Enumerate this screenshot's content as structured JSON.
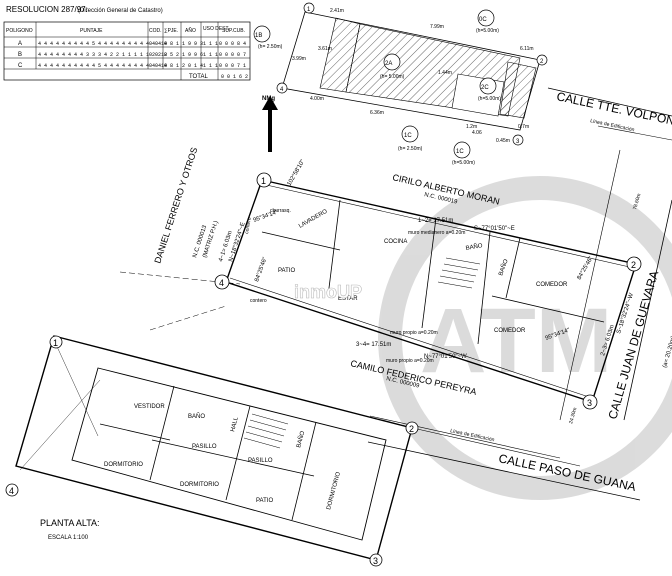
{
  "resolution": {
    "title": "RESOLUCION 287/97:",
    "subtitle": "(Dirección General de Catastro)",
    "headers": [
      "POLIGONO",
      "PUNTAJE",
      "COD.",
      "∑PJE.",
      "AÑO",
      "USO DEST.",
      "SUP.CUB."
    ],
    "rows": [
      {
        "poly": "A",
        "puntaje": "4 4 4 4 4 4 4 4 4 5 4 4 4 4 4 4 4 4 4 4 4 4",
        "cod": "0 0 1",
        "pje": "0 8 1",
        "anio": "1 9 9 3",
        "uso": "1 1 1",
        "sup": "0 0 0 8 4"
      },
      {
        "poly": "B",
        "puntaje": "4 4 4 4 4 4 4 4 3 3 3 4 2 2 1 1 1 1 1 2 2 2",
        "cod": "0 0 1",
        "pje": "0 5 2",
        "anio": "1 9 9 6",
        "uso": "1 1 1",
        "sup": "0 0 0 0 7"
      },
      {
        "poly": "C",
        "puntaje": "4 4 4 4 4 4 4 4 4 4 5 4 4 4 4 4 4 4 4 4 4 4",
        "cod": "0 0 1",
        "pje": "0 8 1",
        "anio": "2 0 1 4",
        "uso": "1 1 1",
        "sup": "0 0 0 7 1"
      }
    ],
    "total_label": "TOTAL",
    "total_value": "0 0 1 6 2"
  },
  "north_label": "NMg",
  "watermark": {
    "logo_text": "ATM",
    "brand": "inmoUP"
  },
  "streets": {
    "volponi": "CALLE TTE. VOLPONI",
    "guevara": "CALLE JUAN DE GUEVARA",
    "guevara_width": "(a= 20.20m)",
    "paso": "CALLE PASO DE GUANA"
  },
  "neighbors": {
    "north_name": "CIRILO ALBERTO MORAN",
    "north_nc": "N.C. 000019",
    "south_name": "CAMILO FEDERICO PEREYRA",
    "south_nc": "N.C. 000009",
    "west_name": "DANIEL FERRERO Y OTROS",
    "west_nc": "N.C. 000013",
    "west_matrix": "(MATRIZ P.H.)"
  },
  "dimensions": {
    "side_12": "1~2= 17.51m",
    "bearing_12": "S~77°01'50\"~E",
    "wall_12": "muro medianero a=0.20m",
    "side_34": "3~4= 17.51m",
    "bearing_34": "N~77°01'50\"~W",
    "wall_34a": "muro propio a=0.20m",
    "wall_34b": "muro propio a=0.20m",
    "side_41": "4~1= 6.03m",
    "bearing_41": "N~18°32'24\"~E",
    "side_23": "2~3= 6.03m",
    "bearing_23": "S~18°32'24\"~W",
    "angle_1": "102°58'10\"",
    "angle_1b": "95°34'14\"",
    "angle_4": "84°25'46\"",
    "angle_2": "84°25'46\"",
    "angle_3": "95°34'14\"",
    "linea_edif": "Línea de Edificación",
    "linea_edif2": "Línea de Edificación",
    "right_dim_top": "78.60m",
    "right_dim_bottom": "24.30m",
    "contero_top": "contero",
    "contero_bottom": "contero"
  },
  "rooms_pb": {
    "lavadero": "LAVADERO",
    "cocina": "COCINA",
    "bano": "BAÑO",
    "bano2": "BAÑO",
    "comedor": "COMEDOR",
    "comedor2": "COMEDOR",
    "patio": "PATIO",
    "estar": "ESTAR",
    "churrasq": "churrasq."
  },
  "inset": {
    "labels": [
      "1B",
      "2A",
      "2C",
      "0C",
      "1C",
      "1C"
    ],
    "heights": [
      "(h= 2.50m)",
      "(h= 5.00m)",
      "(h=5.00m)",
      "(h=5.00m)",
      "(h= 2.50m)",
      "(h=5.00m)"
    ],
    "dims": [
      "2.41m",
      "7.99m",
      "6.11m",
      "3.61m",
      "4.00m",
      "6.36m",
      "4.06",
      "1.44m",
      "1.2m",
      "0.45m",
      "0.7m",
      "3.99m"
    ]
  },
  "upper_floor": {
    "title": "PLANTA ALTA:",
    "scale": "ESCALA 1:100",
    "rooms": {
      "vestidor": "VESTIDOR",
      "bano": "BAÑO",
      "hall": "HALL",
      "bano2": "BAÑO",
      "pasillo": "PASILLO",
      "pasillo2": "PASILLO",
      "dormitorio1": "DORMITORIO",
      "dormitorio2": "DORMITORIO",
      "dormitorio3": "DORMITORIO",
      "patio": "PATIO"
    }
  },
  "vertex_labels": [
    "1",
    "2",
    "3",
    "4"
  ],
  "colors": {
    "watermark": "#b0b0b0",
    "line": "#000000"
  }
}
